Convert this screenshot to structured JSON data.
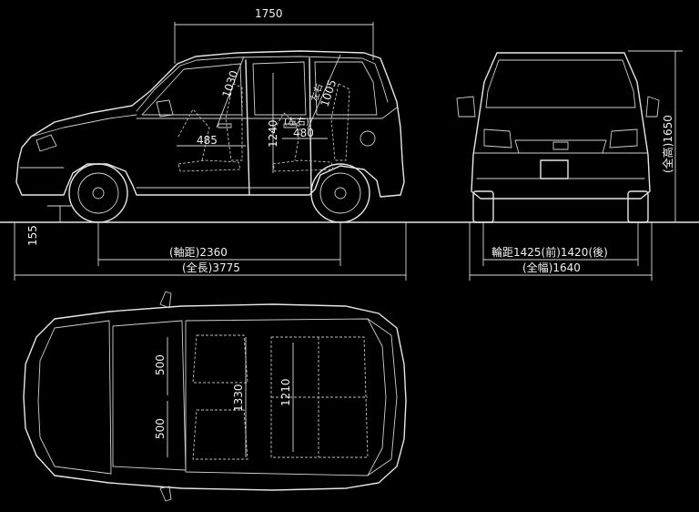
{
  "dimensions": {
    "overall_width_top": "1750",
    "headroom_front": "1030",
    "headroom_rear": "1005",
    "rear_lr_note": "左右",
    "rear_lr_note2": "(左右)",
    "seat_front": "485",
    "seat_rear": "480",
    "cabin_height": "1240",
    "ground_clearance": "155",
    "wheelbase": "(軸距)2360",
    "overall_length": "(全長)3775",
    "tread": "輪距1425(前)1420(後)",
    "overall_width": "(全幅)1640",
    "overall_height": "(全高)1650",
    "top_seat_front": "500",
    "top_seat_rear": "500",
    "top_cabin_len_1": "1330",
    "top_cabin_len_2": "1210"
  },
  "colors": {
    "background": "#000000",
    "line": "#e6e6e6"
  }
}
